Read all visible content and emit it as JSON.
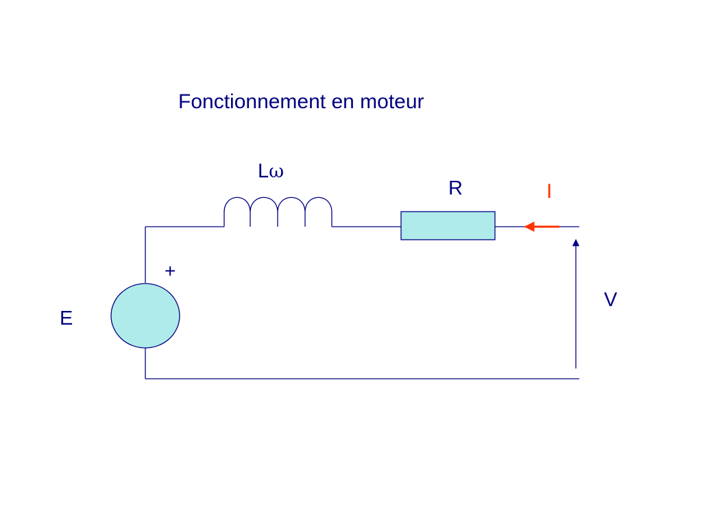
{
  "title": "Fonctionnement en moteur",
  "labels": {
    "inductor_prefix": "L",
    "inductor_symbol": "ω",
    "resistor": "R",
    "current": "I",
    "polarity": "+",
    "voltage": "V",
    "emf": "E"
  },
  "colors": {
    "wire": "#000080",
    "text": "#000080",
    "component_fill": "#b0ebeb",
    "current_arrow": "#ff3300",
    "background": "#ffffff"
  }
}
